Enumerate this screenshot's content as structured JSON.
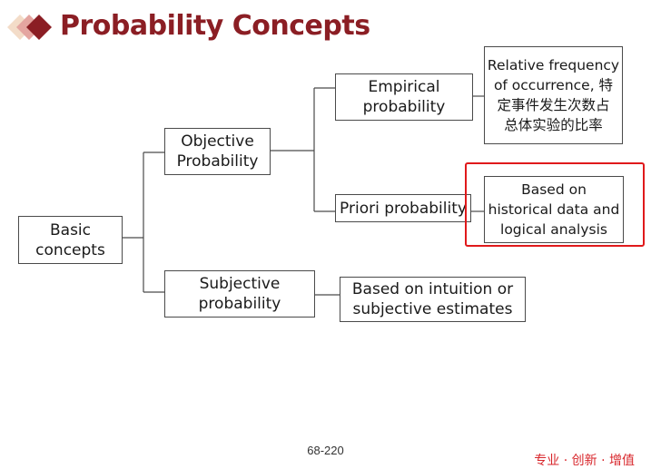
{
  "title": "Probability Concepts",
  "page_number": "68-220",
  "slogan": "专业 · 创新 · 增值",
  "colors": {
    "title": "#8b1e24",
    "highlight": "#e0191b",
    "slogan": "#d8262b"
  },
  "nodes": {
    "basic": "Basic\nconcepts",
    "objective": "Objective\nProbability",
    "subjective": "Subjective\nprobability",
    "empirical": "Empirical\nprobability",
    "priori": "Priori probability",
    "relative": "Relative frequency\nof occurrence, 特\n定事件发生次数占\n总体实验的比率",
    "historical": "Based on\nhistorical data and\nlogical analysis",
    "intuition": "Based on intuition or\nsubjective estimates"
  }
}
